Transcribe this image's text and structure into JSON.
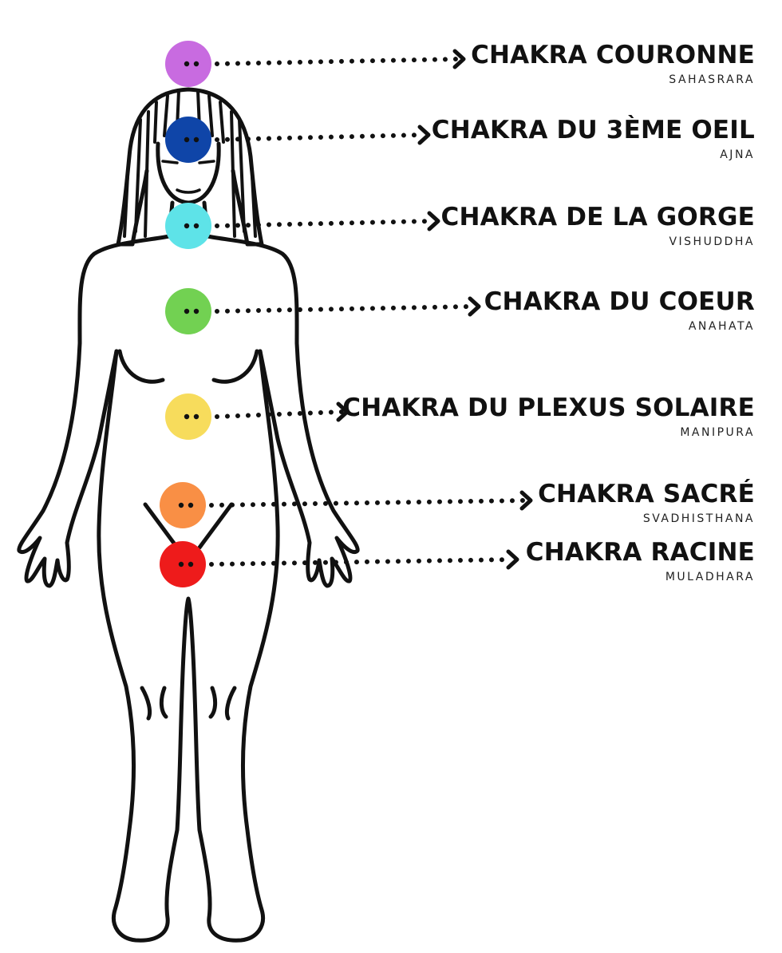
{
  "chakras": [
    {
      "name": "CHAKRA COURONNE",
      "sanskrit": "SAHASRARA",
      "color": "#c86be0"
    },
    {
      "name": "CHAKRA DU 3ÈME OEIL",
      "sanskrit": "AJNA",
      "color": "#0f45a8"
    },
    {
      "name": "CHAKRA DE LA GORGE",
      "sanskrit": "VISHUDDHA",
      "color": "#5ee3e8"
    },
    {
      "name": "CHAKRA DU COEUR",
      "sanskrit": "ANAHATA",
      "color": "#72d152"
    },
    {
      "name": "CHAKRA DU PLEXUS SOLAIRE",
      "sanskrit": "MANIPURA",
      "color": "#f7dc5c"
    },
    {
      "name": "CHAKRA SACRÉ",
      "sanskrit": "SVADHISTHANA",
      "color": "#f98f45"
    },
    {
      "name": "CHAKRA RACINE",
      "sanskrit": "MULADHARA",
      "color": "#ee1b1b"
    }
  ]
}
